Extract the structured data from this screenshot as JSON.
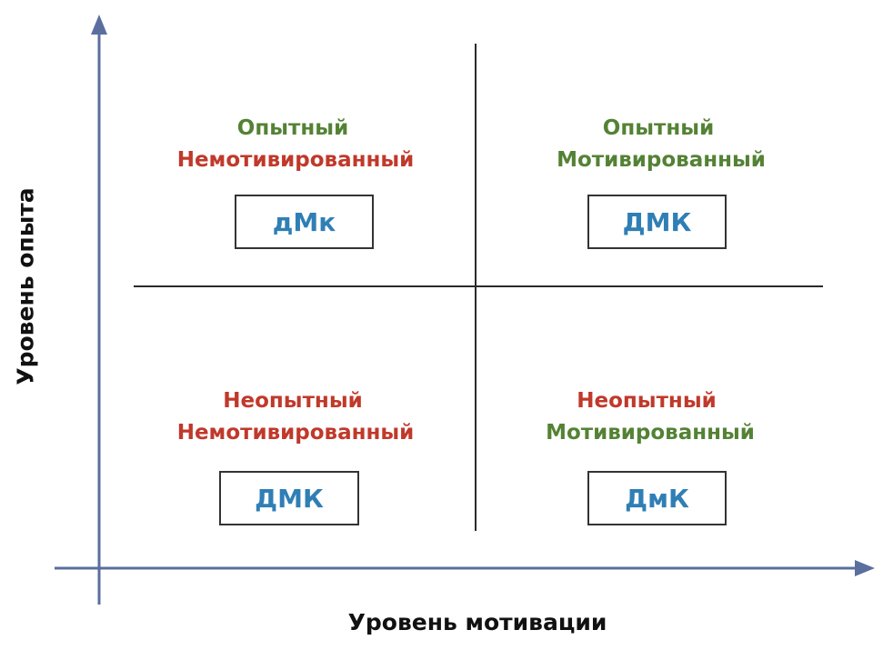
{
  "axes": {
    "x_label": "Уровень мотивации",
    "y_label": "Уровень опыта"
  },
  "quadrants": {
    "top_left": {
      "line1": "Опытный",
      "line2": "Немотивированный",
      "code": "дМк"
    },
    "top_right": {
      "line1": "Опытный",
      "line2": "Мотивированный",
      "code": "ДМК"
    },
    "bottom_left": {
      "line1": "Неопытный",
      "line2": "Немотивированный",
      "code": "ДМК"
    },
    "bottom_right": {
      "line1": "Неопытный",
      "line2": "Мотивированный",
      "code": "ДмК"
    }
  },
  "colors": {
    "experienced": "#548235",
    "inexperienced": "#c0392b",
    "unmotivated": "#c0392b",
    "motivated": "#548235",
    "code": "#2f7fb5",
    "axis": "#5a6f9e"
  }
}
